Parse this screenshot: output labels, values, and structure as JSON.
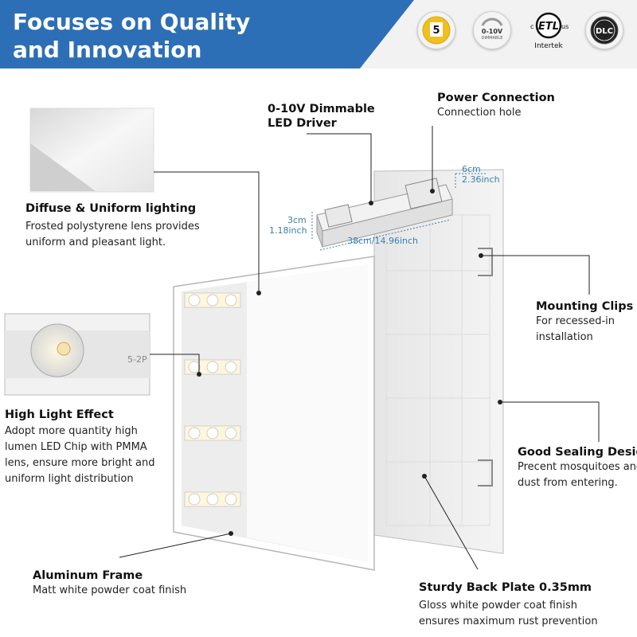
{
  "header": {
    "title_line1": "Focuses on Quality",
    "title_line2": "and Innovation",
    "colors": {
      "banner": "#2d6fb6",
      "accent": "#3a7fb0"
    }
  },
  "badges": [
    {
      "icon": "warranty-5-year-icon",
      "text": "5"
    },
    {
      "icon": "dimmable-icon",
      "text": "0-10V",
      "sub": "DIMMABLE"
    },
    {
      "icon": "etl-listed-icon",
      "text": "ETL",
      "left": "c",
      "right": "us",
      "sub": "Intertek"
    },
    {
      "icon": "dlc-icon",
      "text": "DLC"
    }
  ],
  "features": {
    "driver": {
      "title_line1": "0-10V Dimmable",
      "title_line2": "LED Driver"
    },
    "power": {
      "title": "Power Connection",
      "desc": "Connection hole"
    },
    "diffuse": {
      "title": "Diffuse & Uniform lighting",
      "desc_line1": "Frosted polystyrene lens provides",
      "desc_line2": "uniform and pleasant light."
    },
    "mounting": {
      "title": "Mounting Clips",
      "desc_line1": "For recessed-in",
      "desc_line2": "installation"
    },
    "high_light": {
      "title": "High Light Effect",
      "desc_line1": "Adopt more quantity high",
      "desc_line2": "lumen LED Chip with PMMA",
      "desc_line3": "lens, ensure more bright and",
      "desc_line4": "uniform light distribution"
    },
    "sealing": {
      "title": "Good Sealing Design",
      "desc_line1": "Precent mosquitoes and",
      "desc_line2": "dust from entering."
    },
    "frame": {
      "title": "Aluminum Frame",
      "desc": "Matt white powder coat finish"
    },
    "back_plate": {
      "title": "Sturdy Back Plate 0.35mm",
      "desc_line1": "Gloss white powder coat finish",
      "desc_line2": "ensures maximum rust prevention"
    }
  },
  "dimensions": {
    "width_cm": "6cm",
    "width_in": "2.36inch",
    "height_cm": "3cm",
    "height_in": "1.18inch",
    "length": "38cm/14.96inch"
  },
  "lens_label": "5-2P"
}
